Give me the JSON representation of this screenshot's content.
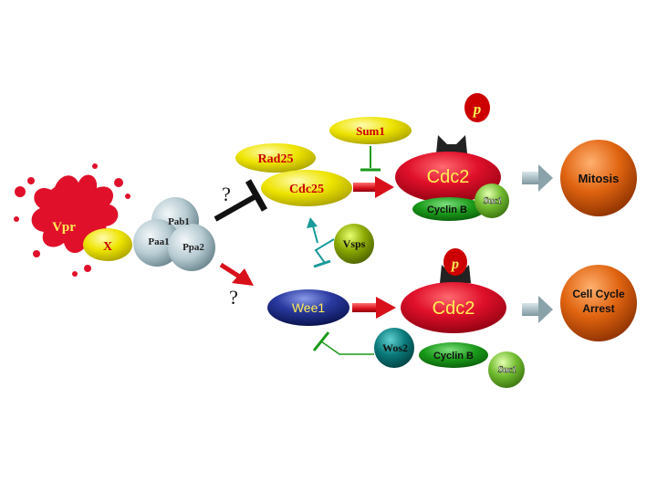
{
  "nodes": {
    "vpr": "Vpr",
    "x": "X",
    "pab1": "Pab1",
    "paa1": "Paa1",
    "ppa2": "Ppa2",
    "rad25": "Rad25",
    "cdc25": "Cdc25",
    "sum1": "Sum1",
    "cdc2_top": "Cdc2",
    "cyclinb_top": "Cyclin B",
    "suc1_top": "Suc1",
    "p_top": "p",
    "mitosis": "Mitosis",
    "vsps": "Vsps",
    "wee1": "Wee1",
    "cdc2_bottom": "Cdc2",
    "p_bottom": "p",
    "wos2": "Wos2",
    "cyclinb_bottom": "Cyclin B",
    "suc1_bottom": "Suc1",
    "arrest_line1": "Cell Cycle",
    "arrest_line2": "Arrest"
  },
  "edges": {
    "q_upper": "?",
    "q_lower": "?"
  },
  "colors": {
    "vpr_splat": "#e0102a",
    "yellow": "#e8e000",
    "red_text": "#cc0000",
    "cdc2_red": "#e0102a",
    "cdc2_text": "#ffee55",
    "cyclin_green": "#1a9a1a",
    "suc1_green": "#6ab82a",
    "orange": "#e06a10",
    "navy": "#1a2a8a",
    "teal": "#0a7a7a",
    "vsps_olive": "#8aa800",
    "gray_sphere": "#b0c4cc",
    "gray_arrow": "#9ab0b8"
  }
}
